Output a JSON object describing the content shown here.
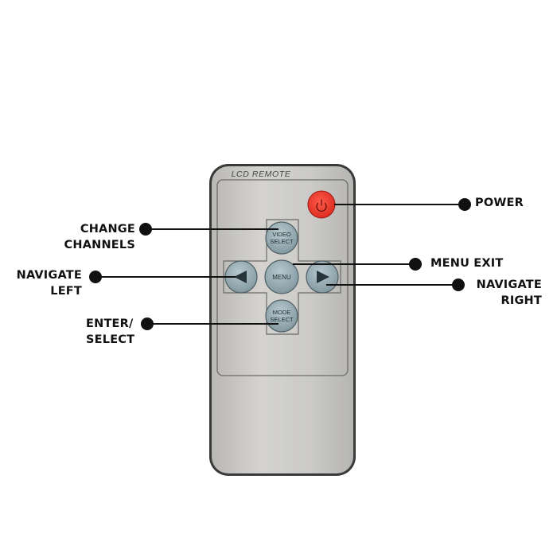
{
  "remote": {
    "title": "LCD REMOTE",
    "buttons": {
      "power": {
        "icon": "power-icon",
        "color": "#e0382f"
      },
      "video_select": {
        "line1": "VIDEO",
        "line2": "SELECT"
      },
      "menu": {
        "label": "MENU"
      },
      "left": {
        "icon": "arrow-left-icon"
      },
      "right": {
        "icon": "arrow-right-icon"
      },
      "mode_select": {
        "line1": "MODE",
        "line2": "SELECT"
      }
    }
  },
  "callouts": {
    "power": "POWER",
    "change_channels_1": "CHANGE",
    "change_channels_2": "CHANNELS",
    "menu_exit": "MENU EXIT",
    "navigate_left_1": "NAVIGATE",
    "navigate_left_2": "LEFT",
    "navigate_right_1": "NAVIGATE",
    "navigate_right_2": "RIGHT",
    "enter_select_1": "ENTER/",
    "enter_select_2": "SELECT"
  },
  "colors": {
    "body": "#c9c8c6",
    "button": "#8fa5ad",
    "callout_line": "#111111"
  }
}
